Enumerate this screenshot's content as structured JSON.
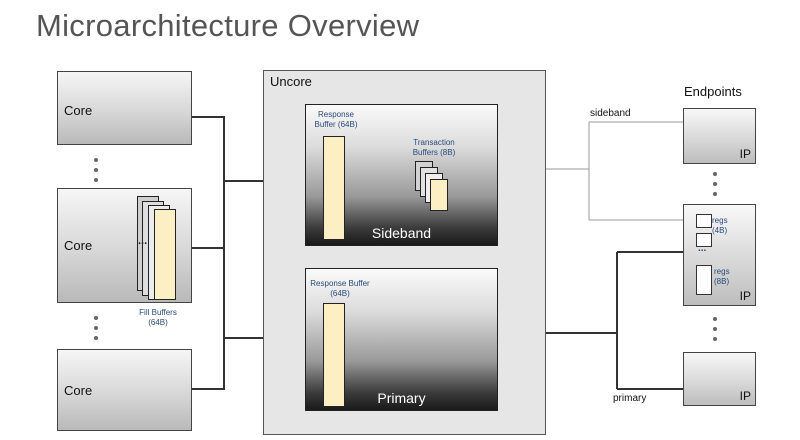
{
  "title": "Microarchitecture Overview",
  "cores": [
    {
      "label": "Core"
    },
    {
      "label": "Core"
    },
    {
      "label": "Core"
    }
  ],
  "fill_buffers": "Fill Buffers (64B)",
  "fill_ellipsis": "...",
  "uncore": {
    "label": "Uncore",
    "sideband": {
      "name": "Sideband",
      "response_buffer": "Response Buffer (64B)",
      "transaction_buffers": "Transaction Buffers (8B)"
    },
    "primary": {
      "name": "Primary",
      "response_buffer": "Response Buffer (64B)"
    }
  },
  "endpoints": {
    "label": "Endpoints",
    "ip_label": "IP",
    "regs_top": "regs (4B)",
    "regs_bottom": "regs (8B)",
    "reg_ellipsis": "..."
  },
  "links": {
    "sideband": "sideband",
    "primary": "primary"
  }
}
